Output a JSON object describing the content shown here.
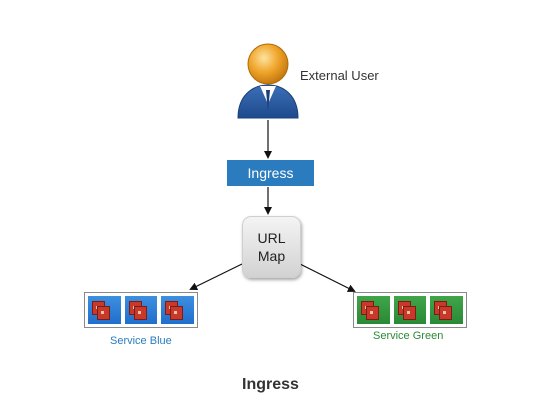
{
  "user": {
    "label": "External User",
    "icon": "user-icon"
  },
  "ingress": {
    "label": "Ingress",
    "color": "#2b7cbf"
  },
  "url_map": {
    "line1": "URL",
    "line2": "Map"
  },
  "services": {
    "blue": {
      "label": "Service Blue",
      "color": "#2b7cbf"
    },
    "green": {
      "label": "Service Green",
      "color": "#2a8a36"
    }
  },
  "caption": "Ingress"
}
